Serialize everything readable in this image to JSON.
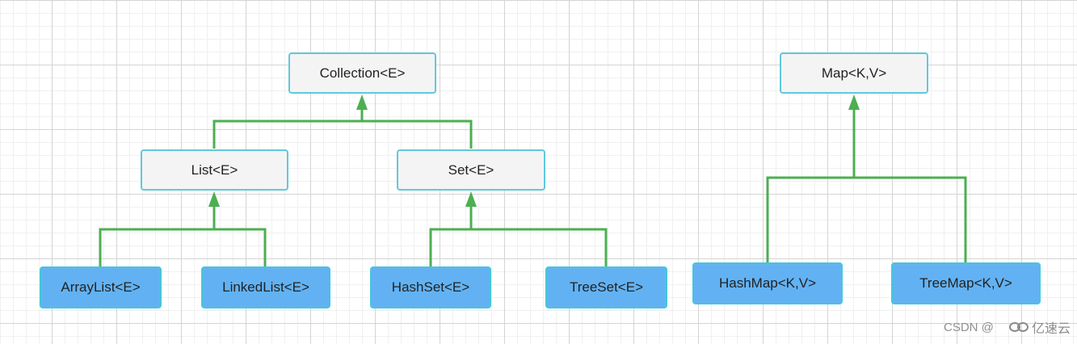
{
  "diagram": {
    "nodes": {
      "collection": "Collection<E>",
      "list": "List<E>",
      "set": "Set<E>",
      "arraylist": "ArrayList<E>",
      "linkedlist": "LinkedList<E>",
      "hashset": "HashSet<E>",
      "treeset": "TreeSet<E>",
      "map": "Map<K,V>",
      "hashmap": "HashMap<K,V>",
      "treemap": "TreeMap<K,V>"
    },
    "colors": {
      "interface_fill": "#f4f4f4",
      "interface_border": "#5fc9dc",
      "impl_fill": "#62b2f3",
      "impl_border": "#45c6d8",
      "edge": "#4caf50"
    }
  },
  "watermark": {
    "csdn": "CSDN @",
    "brand": "亿速云",
    "icon": "yisu-cloud-logo-icon"
  }
}
